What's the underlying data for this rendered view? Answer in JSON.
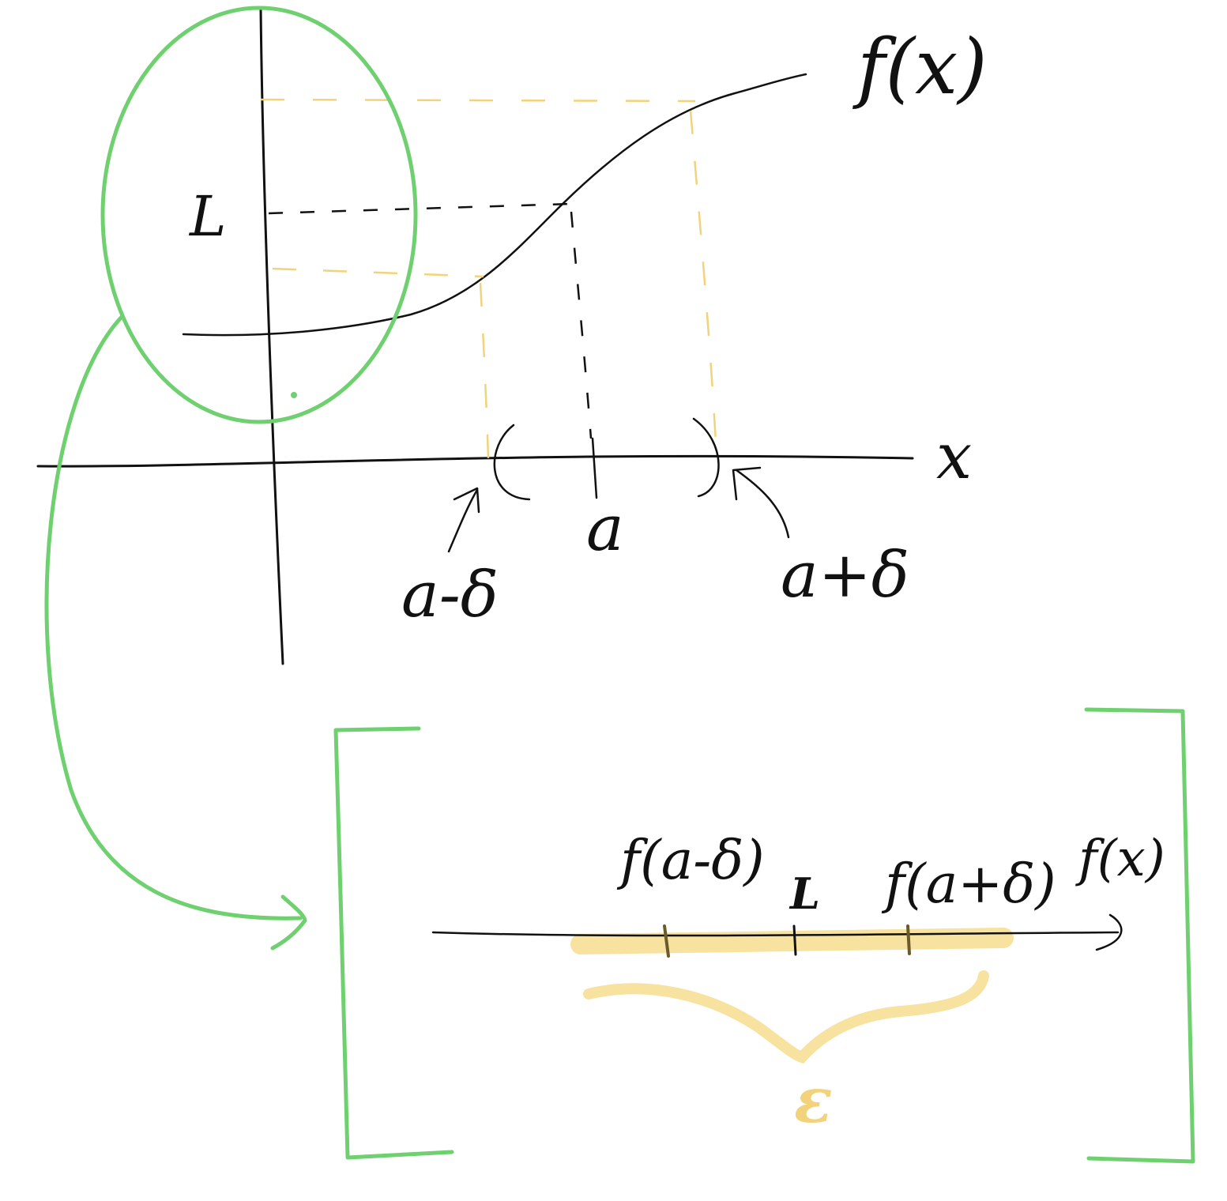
{
  "labels": {
    "function_label": "f(x)",
    "x_axis_label": "x",
    "limit_label": "L",
    "point_label": "a",
    "left_bound_label": "a-δ",
    "right_bound_label": "a+δ",
    "zoom_left_label": "f(a-δ)",
    "zoom_limit_label": "L",
    "zoom_right_label": "f(a+δ)",
    "zoom_axis_label": "f(x)",
    "epsilon_label": "ε"
  },
  "colors": {
    "ink": "#111111",
    "highlight": "#f2d27a",
    "highlight_fill": "#f7e2a0",
    "circle": "#6fd06f"
  }
}
